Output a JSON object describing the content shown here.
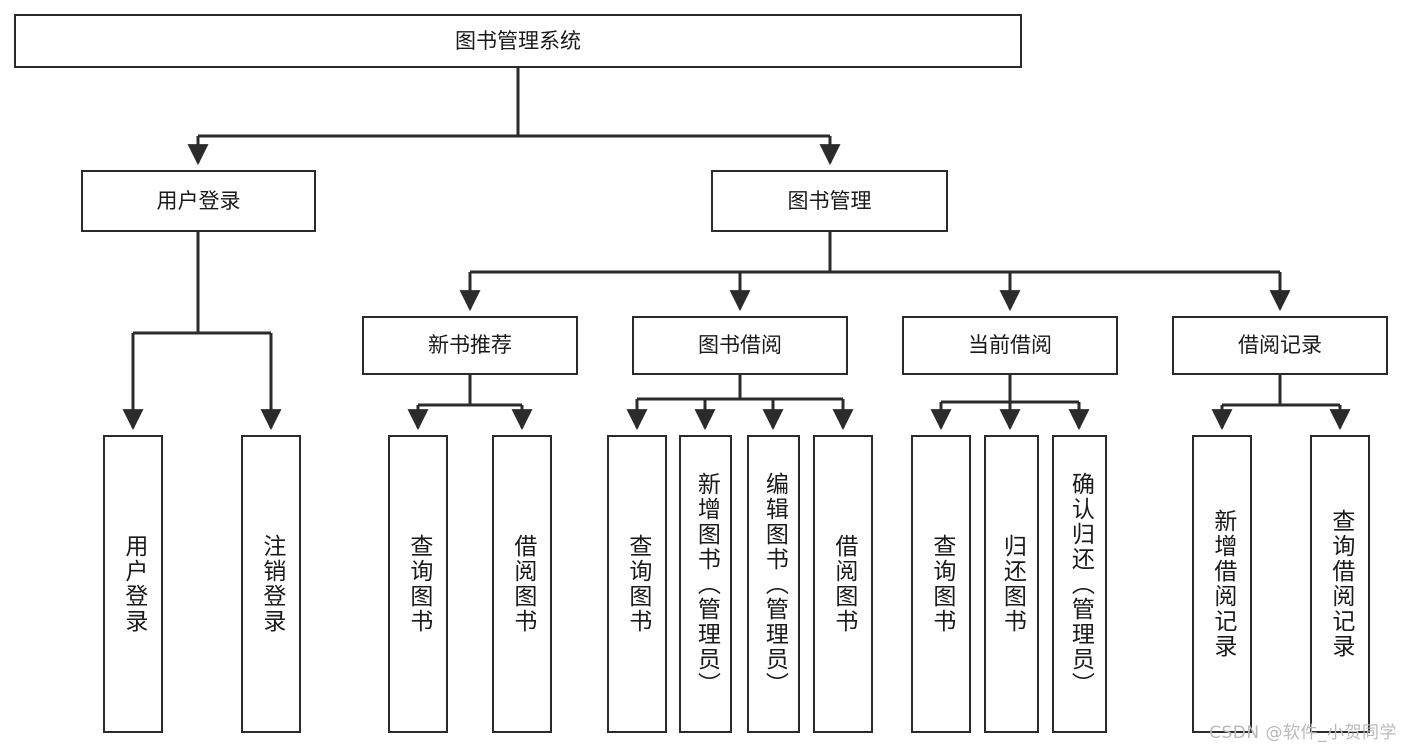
{
  "diagram": {
    "title": "图书管理系统",
    "type": "tree-hierarchy-diagram",
    "watermark": "CSDN @软件_小贺同学",
    "colors": {
      "box_border": "#2b2b2b",
      "box_fill": "#ffffff",
      "edge": "#2b2b2b",
      "text": "#1a1a1a",
      "watermark": "#b9b9b9",
      "background": "#ffffff"
    },
    "levels": {
      "level0": [
        "图书管理系统"
      ],
      "level1": [
        "用户登录",
        "图书管理"
      ],
      "level2": [
        "新书推荐",
        "图书借阅",
        "当前借阅",
        "借阅记录"
      ],
      "level3": [
        "用户登录",
        "注销登录",
        "查询图书",
        "借阅图书",
        "查询图书",
        "新增图书（管理员）",
        "编辑图书（管理员）",
        "借阅图书",
        "查询图书",
        "归还图书",
        "确认归还（管理员）",
        "新增借阅记录",
        "查询借阅记录"
      ]
    },
    "nodes": {
      "root": {
        "label": "图书管理系统"
      },
      "user_login": {
        "label": "用户登录"
      },
      "book_manage": {
        "label": "图书管理"
      },
      "new_book_rec": {
        "label": "新书推荐"
      },
      "book_borrow": {
        "label": "图书借阅"
      },
      "current_borrow": {
        "label": "当前借阅"
      },
      "borrow_record": {
        "label": "借阅记录"
      },
      "leaf_user_login": {
        "label": "用户登录"
      },
      "leaf_logout": {
        "label": "注销登录"
      },
      "leaf_query_book_1": {
        "label": "查询图书"
      },
      "leaf_borrow_book_1": {
        "label": "借阅图书"
      },
      "leaf_query_book_2": {
        "label": "查询图书"
      },
      "leaf_add_book_admin": {
        "label": "新增图书（管理员）"
      },
      "leaf_edit_book_admin": {
        "label": "编辑图书（管理员）"
      },
      "leaf_borrow_book_2": {
        "label": "借阅图书"
      },
      "leaf_query_book_3": {
        "label": "查询图书"
      },
      "leaf_return_book": {
        "label": "归还图书"
      },
      "leaf_confirm_return_admin": {
        "label": "确认归还（管理员）"
      },
      "leaf_add_borrow_record": {
        "label": "新增借阅记录"
      },
      "leaf_query_borrow_record": {
        "label": "查询借阅记录"
      }
    },
    "edges": [
      {
        "from": "图书管理系统",
        "to": "用户登录"
      },
      {
        "from": "图书管理系统",
        "to": "图书管理"
      },
      {
        "from": "用户登录",
        "to": "用户登录"
      },
      {
        "from": "用户登录",
        "to": "注销登录"
      },
      {
        "from": "图书管理",
        "to": "新书推荐"
      },
      {
        "from": "图书管理",
        "to": "图书借阅"
      },
      {
        "from": "图书管理",
        "to": "当前借阅"
      },
      {
        "from": "图书管理",
        "to": "借阅记录"
      },
      {
        "from": "新书推荐",
        "to": "查询图书"
      },
      {
        "from": "新书推荐",
        "to": "借阅图书"
      },
      {
        "from": "图书借阅",
        "to": "查询图书"
      },
      {
        "from": "图书借阅",
        "to": "新增图书（管理员）"
      },
      {
        "from": "图书借阅",
        "to": "编辑图书（管理员）"
      },
      {
        "from": "图书借阅",
        "to": "借阅图书"
      },
      {
        "from": "当前借阅",
        "to": "查询图书"
      },
      {
        "from": "当前借阅",
        "to": "归还图书"
      },
      {
        "from": "当前借阅",
        "to": "确认归还（管理员）"
      },
      {
        "from": "借阅记录",
        "to": "新增借阅记录"
      },
      {
        "from": "借阅记录",
        "to": "查询借阅记录"
      }
    ]
  }
}
